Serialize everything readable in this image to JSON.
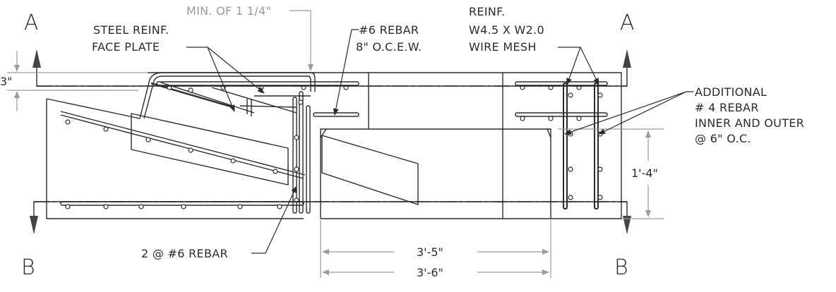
{
  "drawing": {
    "section_marks": {
      "a_left": "A",
      "a_right": "A",
      "b_left": "B",
      "b_right": "B"
    },
    "labels": {
      "steel_face_plate": [
        "STEEL REINF.",
        "FACE PLATE"
      ],
      "min_cover": "MIN. OF 1 1/4\"",
      "rebar_6": [
        "#6 REBAR",
        "8\" O.C.E.W."
      ],
      "wire_mesh": [
        "REINF.",
        "W4.5 X W2.0",
        "WIRE MESH"
      ],
      "additional_rebar": [
        "ADDITIONAL",
        "# 4 REBAR",
        "INNER AND OUTER",
        "@ 6\" O.C."
      ],
      "two_rebar": "2 @ #6 REBAR"
    },
    "dimensions": {
      "top_cover": "3\"",
      "depth": "1'-4\"",
      "inner_width": "3'-5\"",
      "outer_width": "3'-6\""
    },
    "colors": {
      "line": "#2b2b2b",
      "dim_line": "#9a9a9a"
    }
  }
}
